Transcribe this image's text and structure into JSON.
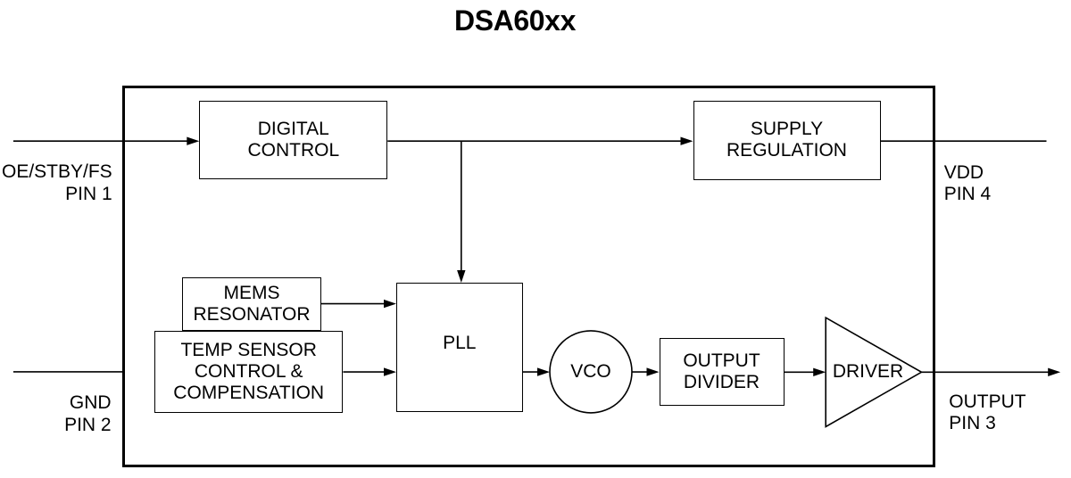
{
  "title": "DSA60xx",
  "colors": {
    "line": "#000000",
    "text": "#000000",
    "background": "#ffffff"
  },
  "blocks": {
    "digital_control": "DIGITAL\nCONTROL",
    "supply_regulation": "SUPPLY\nREGULATION",
    "mems_resonator": "MEMS\nRESONATOR",
    "temp_sensor": "TEMP SENSOR\nCONTROL &\nCOMPENSATION",
    "pll": "PLL",
    "vco": "VCO",
    "output_divider": "OUTPUT\nDIVIDER",
    "driver": "DRIVER"
  },
  "pins": {
    "pin1": {
      "signal": "OE/STBY/FS",
      "number": "PIN 1"
    },
    "pin2": {
      "signal": "GND",
      "number": "PIN 2"
    },
    "pin3": {
      "signal": "OUTPUT",
      "number": "PIN 3"
    },
    "pin4": {
      "signal": "VDD",
      "number": "PIN 4"
    }
  }
}
